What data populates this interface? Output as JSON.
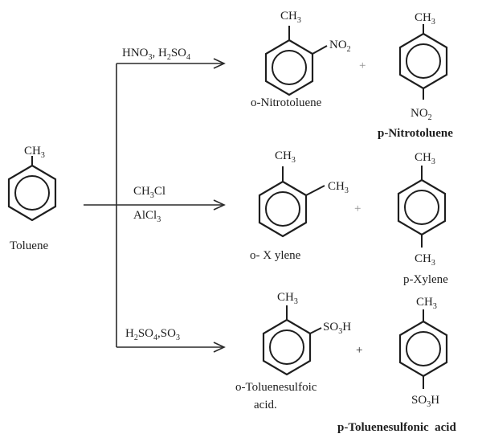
{
  "reactant": {
    "name": "Toluene",
    "substituent": "CH3"
  },
  "reactions": [
    {
      "reagent_top": "HNO3, H2SO4",
      "reagent_bottom": "",
      "products": [
        {
          "name": "o-Nitrotoluene",
          "top_group": "CH3",
          "side_group": "NO2"
        },
        {
          "name": "p-Nitrotoluene",
          "top_group": "CH3",
          "bottom_group": "NO2"
        }
      ],
      "plus": "+"
    },
    {
      "reagent_top": "CH3Cl",
      "reagent_bottom": "AlCl3",
      "products": [
        {
          "name": "o- X ylene",
          "top_group": "CH3",
          "side_group": "CH3"
        },
        {
          "name": "p-Xylene",
          "top_group": "CH3",
          "bottom_group": "CH3"
        }
      ],
      "plus": "+"
    },
    {
      "reagent_top": "H2SO4,SO3",
      "reagent_bottom": "",
      "products": [
        {
          "name_line1": "o-Toluenesulfoic",
          "name_line2": "acid.",
          "top_group": "CH3",
          "side_group": "SO3H"
        },
        {
          "name": "p-Toluenesulfonic  acid",
          "top_group": "CH3",
          "bottom_group": "SO3H"
        }
      ],
      "plus": "+"
    }
  ]
}
